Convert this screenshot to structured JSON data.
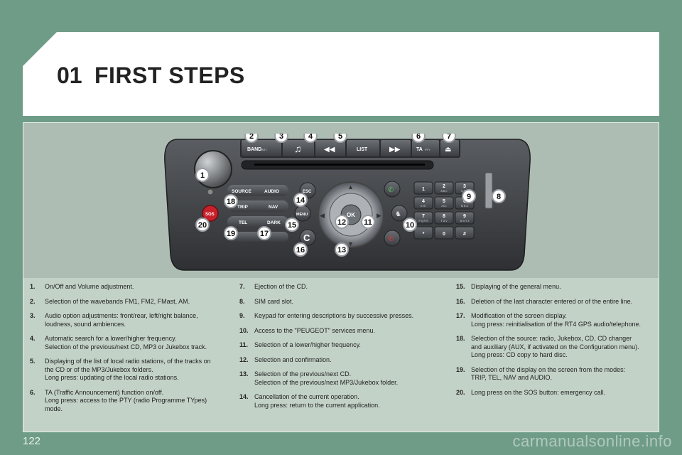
{
  "header": {
    "chapter": "01",
    "title": "FIRST STEPS"
  },
  "page_number": "122",
  "watermark": "carmanualsonline.info",
  "radio": {
    "buttons": {
      "band": "BAND",
      "band_sub": "AST",
      "list": "LIST",
      "ta": "TA",
      "ta_sub": "PTY",
      "source": "SOURCE",
      "audio": "AUDIO",
      "trip": "TRIP",
      "nav": "NAV",
      "tel": "TEL",
      "dark": "DARK",
      "esc": "ESC",
      "menu": "MENU",
      "ok": "OK",
      "sos": "SOS",
      "clear": "C"
    },
    "keypad": [
      {
        "digit": "1",
        "letters": ""
      },
      {
        "digit": "2",
        "letters": "A B C"
      },
      {
        "digit": "3",
        "letters": "D E F"
      },
      {
        "digit": "4",
        "letters": "G H I"
      },
      {
        "digit": "5",
        "letters": "J K L"
      },
      {
        "digit": "6",
        "letters": "M N O"
      },
      {
        "digit": "7",
        "letters": "P Q R S"
      },
      {
        "digit": "8",
        "letters": "T U V"
      },
      {
        "digit": "9",
        "letters": "W X Y Z"
      },
      {
        "digit": "*",
        "letters": ""
      },
      {
        "digit": "0",
        "letters": ""
      },
      {
        "digit": "#",
        "letters": ""
      }
    ],
    "callouts": [
      "1",
      "2",
      "3",
      "4",
      "5",
      "6",
      "7",
      "8",
      "9",
      "10",
      "11",
      "12",
      "13",
      "14",
      "15",
      "16",
      "17",
      "18",
      "19",
      "20"
    ]
  },
  "items_col1": [
    {
      "num": "1.",
      "text": "On/Off and Volume adjustment."
    },
    {
      "num": "2.",
      "text": "Selection of the wavebands FM1, FM2, FMast, AM."
    },
    {
      "num": "3.",
      "text": "Audio option adjustments: front/rear, left/right balance,\nloudness, sound ambiences."
    },
    {
      "num": "4.",
      "text": "Automatic search for a lower/higher frequency.\nSelection of the previous/next CD, MP3 or Jukebox track."
    },
    {
      "num": "5.",
      "text": "Displaying of the list of local radio stations, of the tracks on\nthe CD or of the MP3/Jukebox folders.\nLong press: updating of the local radio stations."
    },
    {
      "num": "6.",
      "text": "TA (Traffic Announcement) function on/off.\nLong press: access to the PTY (radio Programme TYpes)\nmode."
    }
  ],
  "items_col2": [
    {
      "num": "7.",
      "text": "Ejection of the CD."
    },
    {
      "num": "8.",
      "text": "SIM card slot."
    },
    {
      "num": "9.",
      "text": "Keypad for entering descriptions by successive presses."
    },
    {
      "num": "10.",
      "text": "Access to the \"PEUGEOT\" services menu."
    },
    {
      "num": "11.",
      "text": "Selection of a lower/higher frequency."
    },
    {
      "num": "12.",
      "text": "Selection and confirmation."
    },
    {
      "num": "13.",
      "text": "Selection of the previous/next CD.\nSelection of the previous/next MP3/Jukebox folder."
    },
    {
      "num": "14.",
      "text": "Cancellation of the current operation.\nLong press: return to the current application."
    }
  ],
  "items_col3": [
    {
      "num": "15.",
      "text": "Displaying of the general menu."
    },
    {
      "num": "16.",
      "text": "Deletion of the last character entered or of the entire line."
    },
    {
      "num": "17.",
      "text": "Modification of the screen display.\nLong press: reinitialisation of the RT4 GPS audio/telephone."
    },
    {
      "num": "18.",
      "text": "Selection of the source: radio, Jukebox, CD, CD changer\nand auxiliary (AUX, if activated on the Configuration menu).\nLong press: CD copy to hard disc."
    },
    {
      "num": "19.",
      "text": "Selection of the display on the screen from the modes:\nTRIP, TEL, NAV and AUDIO."
    },
    {
      "num": "20.",
      "text": "Long press on the SOS button: emergency call."
    }
  ]
}
